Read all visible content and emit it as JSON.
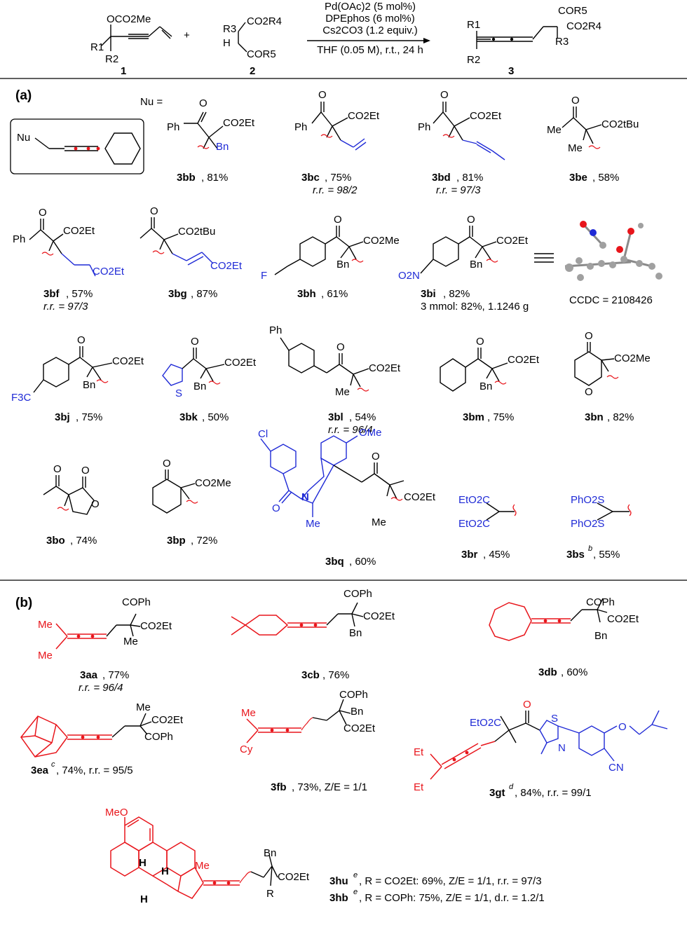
{
  "header": {
    "sm1": {
      "label": "OCO2Me",
      "r1": "R1",
      "r2": "R2",
      "number": "1"
    },
    "plus": "+",
    "sm2": {
      "co2r4": "CO2R4",
      "r3": "R3",
      "h": "H",
      "cor5": "COR5",
      "number": "2"
    },
    "conditions": [
      "Pd(OAc)2 (5 mol%)",
      "DPEphos (6 mol%)",
      "Cs2CO3 (1.2 equiv.)",
      "THF (0.05 M), r.t., 24 h"
    ],
    "product": {
      "r1": "R1",
      "r2": "R2",
      "cor5": "COR5",
      "co2r4": "CO2R4",
      "r3": "R3",
      "number": "3"
    }
  },
  "section_a": {
    "label": "(a)",
    "nu_eq": "Nu =",
    "nu_box": "Nu",
    "crystal": {
      "ccdc": "CCDC = 2108426"
    },
    "entries": [
      {
        "id": "3bb",
        "yield": ", 81%"
      },
      {
        "id": "3bc",
        "yield": ", 75%",
        "rr": "r.r. = 98/2"
      },
      {
        "id": "3bd",
        "yield": ", 81%",
        "rr": "r.r. = 97/3"
      },
      {
        "id": "3be",
        "yield": ", 58%"
      },
      {
        "id": "3bf",
        "yield": ", 57%",
        "rr": "r.r. = 97/3"
      },
      {
        "id": "3bg",
        "yield": ", 87%"
      },
      {
        "id": "3bh",
        "yield": ", 61%"
      },
      {
        "id": "3bi",
        "yield": ", 82%",
        "extra": "3 mmol: 82%, 1.1246 g"
      },
      {
        "id": "3bj",
        "yield": ", 75%"
      },
      {
        "id": "3bk",
        "yield": ", 50%"
      },
      {
        "id": "3bl",
        "yield": ", 54%",
        "rr": "r.r. = 96/4"
      },
      {
        "id": "3bm",
        "yield": ", 75%"
      },
      {
        "id": "3bn",
        "yield": ", 82%"
      },
      {
        "id": "3bo",
        "yield": ", 74%"
      },
      {
        "id": "3bp",
        "yield": ", 72%"
      },
      {
        "id": "3bq",
        "yield": ", 60%"
      },
      {
        "id": "3br",
        "yield": ", 45%"
      },
      {
        "id": "3bs",
        "sup": "b",
        "yield": ", 55%"
      }
    ],
    "labels": {
      "ph": "Ph",
      "co2et": "CO2Et",
      "co2me": "CO2Me",
      "co2tbu": "CO2tBu",
      "bn": "Bn",
      "me": "Me",
      "f": "F",
      "no2": "O2N",
      "cf3": "F3C",
      "s": "S",
      "o": "O",
      "cl": "Cl",
      "ome": "OMe",
      "n": "N",
      "eto2c": "EtO2C",
      "pho2s": "PhO2S"
    }
  },
  "section_b": {
    "label": "(b)",
    "entries": [
      {
        "id": "3aa",
        "yield": ", 77%",
        "rr": "r.r. = 96/4"
      },
      {
        "id": "3cb",
        "yield": ", 76%"
      },
      {
        "id": "3db",
        "yield": ", 60%"
      },
      {
        "id": "3ea",
        "sup": "c",
        "yield": ", 74%, r.r. = 95/5"
      },
      {
        "id": "3fb",
        "yield": ", 73%, Z/E = 1/1"
      },
      {
        "id": "3gt",
        "sup": "d",
        "yield": ", 84%, r.r. = 99/1"
      }
    ],
    "steroid": [
      {
        "id": "3hu",
        "sup": "e",
        "text": ", R = CO2Et: 69%, Z/E = 1/1, r.r. = 97/3"
      },
      {
        "id": "3hb",
        "sup": "e",
        "text": ",  R = COPh: 75%, Z/E = 1/1, d.r. = 1.2/1"
      }
    ],
    "labels": {
      "coph": "COPh",
      "cy": "Cy",
      "et": "Et",
      "cn": "CN",
      "h": "H",
      "r": "R",
      "meo": "MeO"
    }
  }
}
